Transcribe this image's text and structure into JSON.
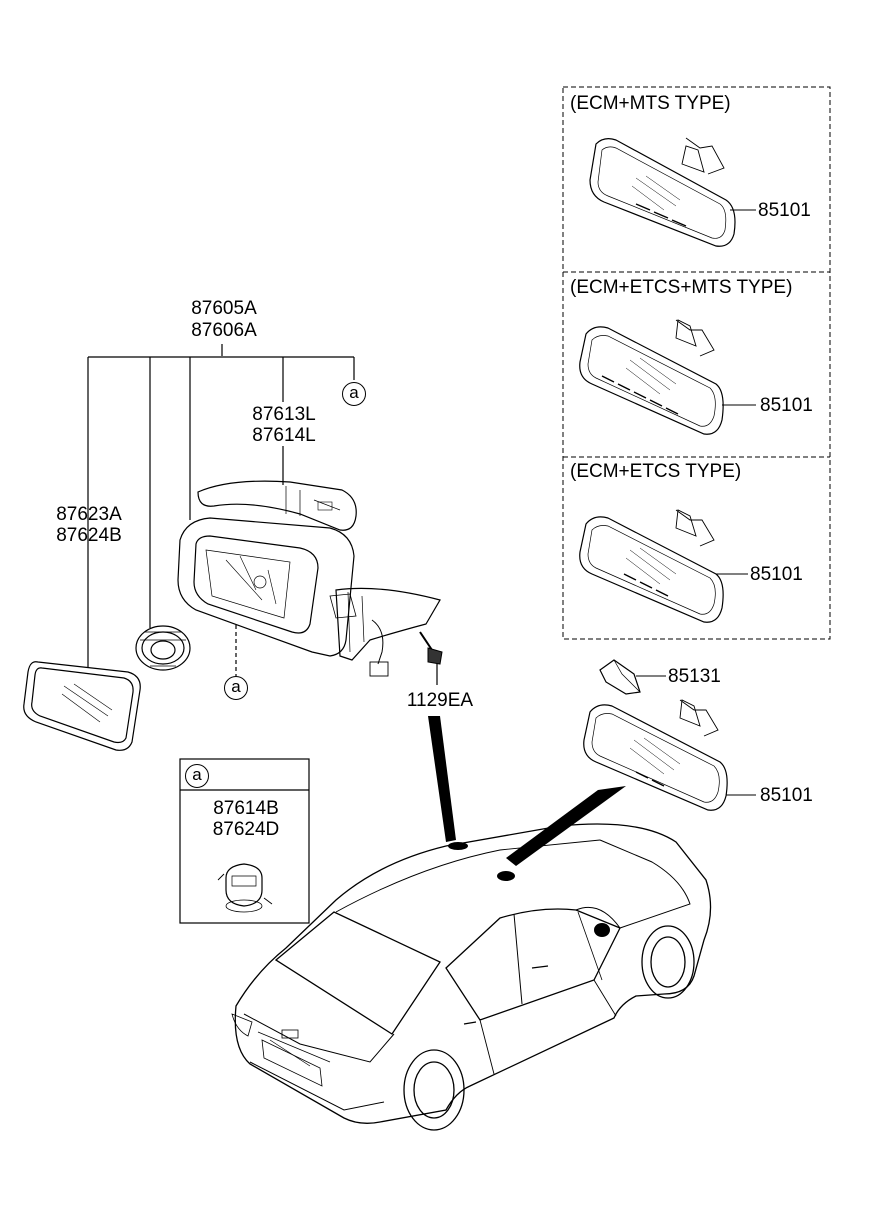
{
  "mirror_assembly": {
    "part_numbers": [
      "87605A",
      "87606A"
    ],
    "marker": "a"
  },
  "cover": {
    "part_numbers": [
      "87613L",
      "87614L"
    ]
  },
  "glass": {
    "part_numbers": [
      "87623A",
      "87624B"
    ]
  },
  "bolt": {
    "part_number": "1129EA"
  },
  "mount_marker": "a",
  "detail_box": {
    "marker": "a",
    "part_numbers": [
      "87614B",
      "87624D"
    ]
  },
  "inside_mirror_variants": [
    {
      "type_label": "(ECM+MTS TYPE)",
      "part_number": "85101"
    },
    {
      "type_label": "(ECM+ETCS+MTS TYPE)",
      "part_number": "85101"
    },
    {
      "type_label": "(ECM+ETCS TYPE)",
      "part_number": "85101"
    }
  ],
  "inside_mirror_base": {
    "part_number": "85101"
  },
  "cover_part": {
    "part_number": "85131"
  }
}
